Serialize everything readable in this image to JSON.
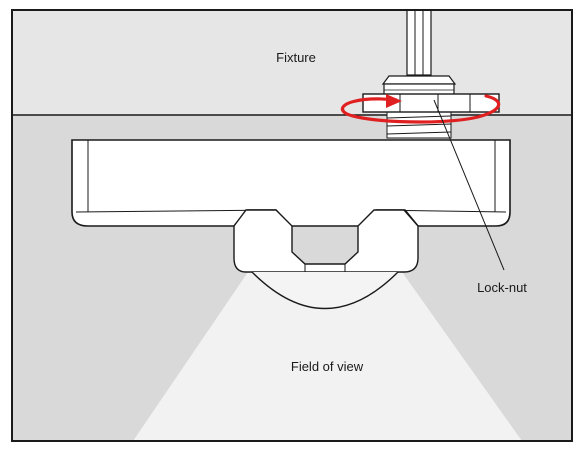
{
  "labels": {
    "fixture": "Fixture",
    "lock_nut": "Lock-nut",
    "field_of_view": "Field of view"
  },
  "colors": {
    "fixture_fill": "#e6e6e6",
    "background_fill": "#d9d9d9",
    "field_of_view_fill": "#f0f0f0",
    "outline": "#1a1a1a",
    "rotation_arrow": "#e02020"
  },
  "icons": {
    "rotation_indicator": "circular-arrow-icon"
  }
}
